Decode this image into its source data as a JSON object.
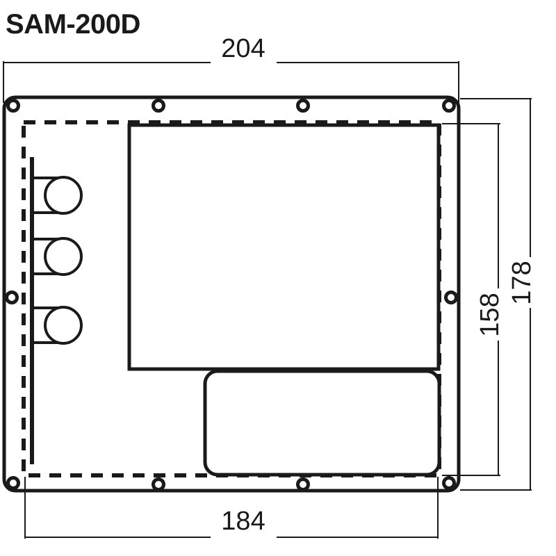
{
  "drawing": {
    "title": "SAM-200D",
    "type": "dimensional-outline-drawing",
    "units": "mm",
    "stroke_color": "#1a1a1a",
    "background_color": "#ffffff"
  },
  "dimensions": {
    "top": {
      "label": "204",
      "description": "overall bezel width"
    },
    "bottom": {
      "label": "184",
      "description": "cutout width"
    },
    "right_outer": {
      "label": "178",
      "description": "overall bezel height"
    },
    "right_inner": {
      "label": "158",
      "description": "cutout height"
    }
  },
  "device": {
    "bezel": {
      "name": "outer-bezel",
      "corner_radius": "rounded"
    },
    "cutout": {
      "name": "panel-cutout",
      "line_style": "dashed"
    },
    "display": {
      "name": "display-screen",
      "line_style": "solid"
    },
    "keypad": {
      "name": "keypad-panel",
      "line_style": "solid-rounded"
    },
    "rail": {
      "name": "connector-rail"
    },
    "knobs": [
      {
        "name": "knob-1"
      },
      {
        "name": "knob-2"
      },
      {
        "name": "knob-3"
      }
    ],
    "mounting_holes": [
      {
        "name": "mounting-hole-top-left"
      },
      {
        "name": "mounting-hole-top-center-left"
      },
      {
        "name": "mounting-hole-top-center-right"
      },
      {
        "name": "mounting-hole-top-right"
      },
      {
        "name": "mounting-hole-mid-left"
      },
      {
        "name": "mounting-hole-mid-right"
      },
      {
        "name": "mounting-hole-bottom-left"
      },
      {
        "name": "mounting-hole-bottom-center-left"
      },
      {
        "name": "mounting-hole-bottom-center-right"
      },
      {
        "name": "mounting-hole-bottom-right"
      }
    ]
  }
}
